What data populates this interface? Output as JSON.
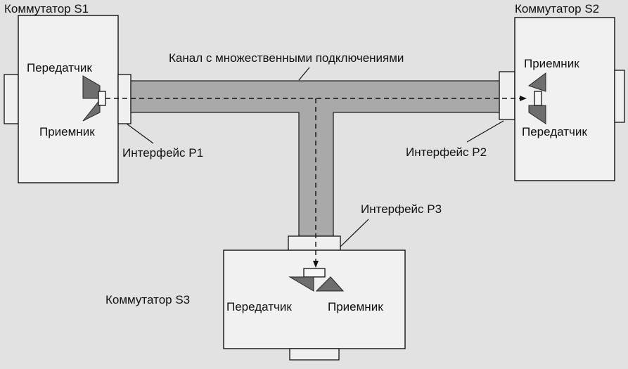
{
  "switches": {
    "s1": {
      "name": "Коммутатор S1",
      "tx": "Передатчик",
      "rx": "Приемник"
    },
    "s2": {
      "name": "Коммутатор S2",
      "tx": "Передатчик",
      "rx": "Приемник"
    },
    "s3": {
      "name": "Коммутатор S3",
      "tx": "Передатчик",
      "rx": "Приемник"
    }
  },
  "channel": {
    "label": "Канал с множественными подключениями"
  },
  "interfaces": {
    "p1": "Интерфейс P1",
    "p2": "Интерфейс P2",
    "p3": "Интерфейс P3"
  },
  "colors": {
    "channel_fill": "#a9a9a9",
    "transceiver_fill": "#6e6e6e",
    "background": "#e2e2e2"
  }
}
